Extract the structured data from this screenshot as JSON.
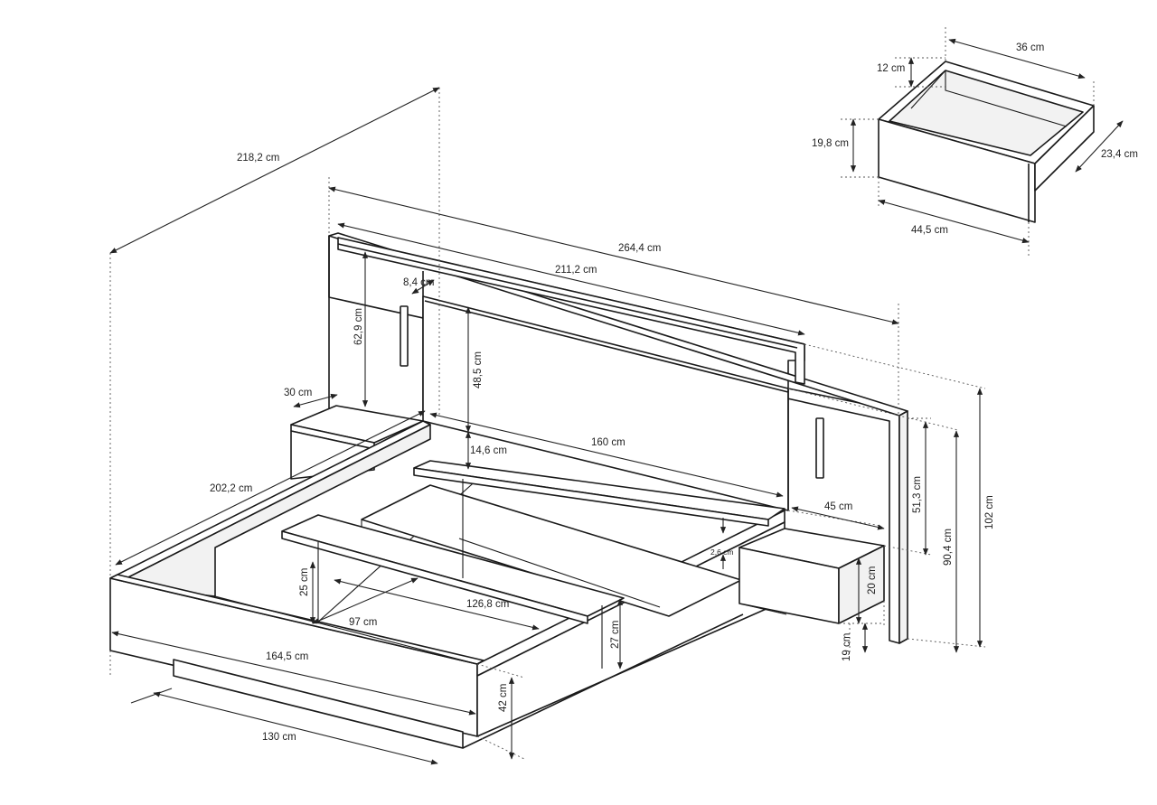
{
  "labels": {
    "overall_length": "218,2 cm",
    "headboard_width": "264,4 cm",
    "panel_width": "211,2 cm",
    "panel_offset": "8,4 cm",
    "side_panel_height": "62,9 cm",
    "center_panel_height": "48,5 cm",
    "shelf_depth": "30 cm",
    "rail_length": "202,2 cm",
    "mattress_width": "160 cm",
    "shelf_gap": "14,6 cm",
    "nightstand_width": "45 cm",
    "shelf_thickness": "2,6 cm",
    "right_panel_height": "51,3 cm",
    "panel_total_height": "90,4 cm",
    "overall_height": "102 cm",
    "frame_width": "164,5 cm",
    "base_width": "130 cm",
    "slat_height": "25 cm",
    "slat_span": "126,8 cm",
    "slat_gap": "97 cm",
    "frame_height": "27 cm",
    "base_height": "42 cm",
    "drawer_height": "20 cm",
    "drawer_clearance": "19 cm",
    "drawer_inner_width": "36 cm",
    "drawer_inner_height": "12 cm",
    "drawer_front_height": "19,8 cm",
    "drawer_depth": "23,4 cm",
    "drawer_front_width": "44,5 cm"
  },
  "colors": {
    "line": "#1a1a1a",
    "fill": "#ffffff",
    "shade": "#f2f2f2"
  }
}
